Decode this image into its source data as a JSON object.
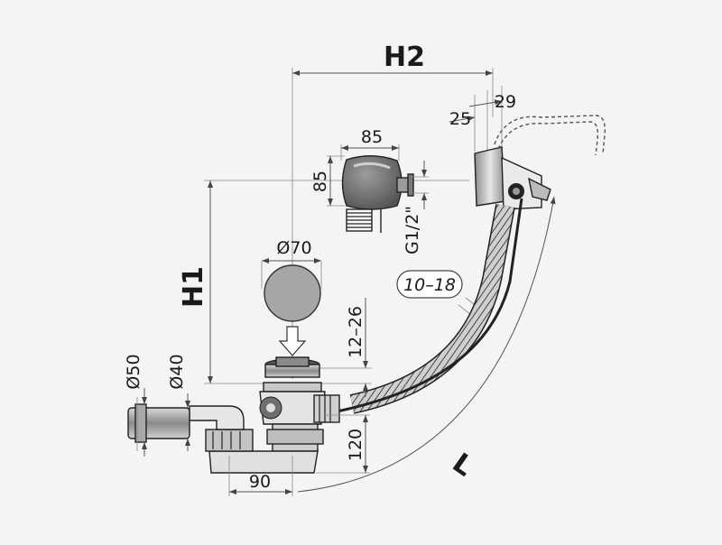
{
  "labels": {
    "h2": "H2",
    "h1": "H1",
    "l": "L",
    "d85_w": "85",
    "d85_h": "85",
    "d29": "29",
    "d25": "25",
    "d70": "Ø70",
    "g12": "G1/2\"",
    "d10_18": "10–18",
    "d12_26": "12–26",
    "d50": "Ø50",
    "d40": "Ø40",
    "d120": "120",
    "d90": "90"
  },
  "colors": {
    "background": "#f4f4f4",
    "metal_dark": "#6e6e6e",
    "metal_mid": "#9a9a9a",
    "metal_light": "#d8d8d8",
    "line": "#222222"
  }
}
